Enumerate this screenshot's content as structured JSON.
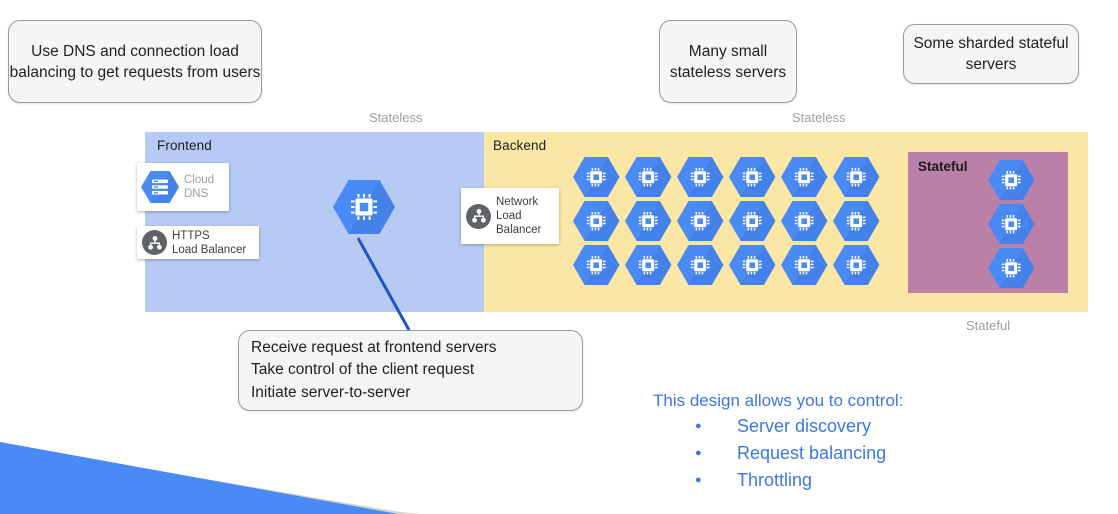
{
  "callouts": {
    "dns": "Use DNS and connection load balancing to get requests from users",
    "many_small": "Many small stateless servers",
    "sharded": "Some sharded stateful servers",
    "receive": "Receive request at frontend servers\nTake control of the client request\nInitiate server-to-server"
  },
  "captions": {
    "stateless_left": "Stateless",
    "stateless_right": "Stateless",
    "stateful_bottom": "Stateful"
  },
  "panels": {
    "frontend_title": "Frontend",
    "backend_title": "Backend",
    "stateful_title": "Stateful"
  },
  "chips": [
    {
      "id": "cloud-dns",
      "label": "Cloud\nDNS",
      "icon": "cloud-dns-icon"
    },
    {
      "id": "https-load-balancer",
      "label": "HTTPS\nLoad Balancer",
      "icon": "https-load-balancer-icon"
    },
    {
      "id": "network-load-balancer",
      "label": "Network\nLoad\nBalancer",
      "icon": "network-load-balancer-icon"
    }
  ],
  "backend_grid": {
    "rows": 3,
    "columns": 6,
    "icon": "compute-engine-icon"
  },
  "stateful_grid": {
    "rows": 3,
    "columns": 1,
    "icon": "compute-engine-icon"
  },
  "bullets": {
    "lead": "This design allows you to control:",
    "items": [
      "Server discovery",
      "Request balancing",
      "Throttling"
    ]
  },
  "colors": {
    "frontend_panel": "#b7caf4",
    "backend_panel": "#fae6a5",
    "stateful_panel": "#bb80a8",
    "hex_blue": "#4a8af4",
    "accent_blue": "#3b78e7",
    "connector_blue": "#1a56c4",
    "caption_grey": "#9aa0a6",
    "callout_fill": "#f5f5f5",
    "callout_border": "#999a9c"
  }
}
